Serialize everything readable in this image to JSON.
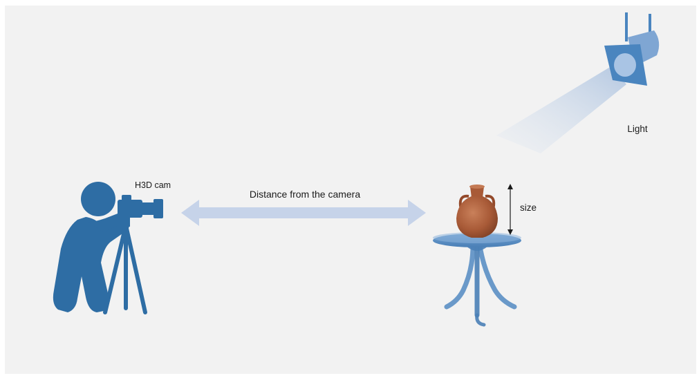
{
  "labels": {
    "camera": "H3D cam",
    "distance": "Distance from the camera",
    "size": "size",
    "light": "Light"
  },
  "colors": {
    "background": "#f2f2f2",
    "figure_blue": "#2e6da4",
    "table_blue": "#5b8fc4",
    "lamp_blue": "#4a85bf",
    "arrow_blue": "#c6d3e9",
    "vase_terracotta": "#b0603c"
  },
  "icons": [
    "photographer-icon",
    "camera-icon",
    "tripod-icon",
    "double-arrow-icon",
    "vase-icon",
    "table-icon",
    "spotlight-icon",
    "light-beam-icon"
  ]
}
